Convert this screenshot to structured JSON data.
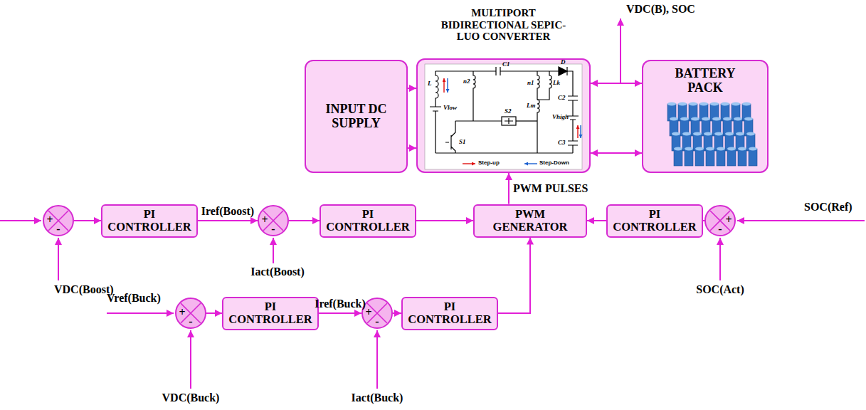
{
  "diagram": {
    "nodes": [
      {
        "text": [
          "MULTIPORT BIDIRECTIONAL SEPIC-LUO CONVERTER"
        ]
      },
      {
        "text": [
          "INPUT DC SUPPLY"
        ]
      },
      {
        "text": [
          "BATTERY PACK"
        ]
      },
      {
        "text": [
          "+",
          "-"
        ]
      },
      {
        "text": [
          "PI CONTROLLER"
        ]
      },
      {
        "text": [
          "+",
          "-"
        ]
      },
      {
        "text": [
          "PI CONTROLLER"
        ]
      },
      {
        "text": [
          "PWM GENERATOR"
        ]
      },
      {
        "text": [
          "PI CONTROLLER"
        ]
      },
      {
        "text": [
          "+",
          "-"
        ]
      },
      {
        "text": [
          "+",
          "-"
        ]
      },
      {
        "text": [
          "PI CONTROLLER"
        ]
      },
      {
        "text": [
          "+",
          "-"
        ]
      },
      {
        "text": [
          "PI CONTROLLER"
        ]
      }
    ],
    "edges": [
      {
        "from": 1,
        "to": 0,
        "arrow": "to"
      },
      {
        "from": 1,
        "to": 0,
        "arrow": "to"
      },
      {
        "from": 0,
        "to": 2,
        "arrow": "both"
      },
      {
        "from": 0,
        "to": 2,
        "arrow": "both"
      },
      {
        "from": 7,
        "to": 0,
        "arrow": "to",
        "label": "PWM PULSES"
      },
      {
        "from": 3,
        "to": 4,
        "arrow": "to"
      },
      {
        "from": 4,
        "to": 5,
        "arrow": "to",
        "label": "Iref(Boost)"
      },
      {
        "from": 5,
        "to": 6,
        "arrow": "to"
      },
      {
        "from": 6,
        "to": 7,
        "arrow": "to"
      },
      {
        "from": 8,
        "to": 7,
        "arrow": "to"
      },
      {
        "from": 9,
        "to": 8,
        "arrow": "to"
      },
      {
        "from": 10,
        "to": 11,
        "arrow": "to"
      },
      {
        "from": 11,
        "to": 12,
        "arrow": "to",
        "label": "Iref(Buck)"
      },
      {
        "from": 12,
        "to": 13,
        "arrow": "to"
      },
      {
        "from": 13,
        "to": 7,
        "arrow": "to"
      }
    ],
    "labels": [
      "VDC(B), SOC",
      "L",
      "Vlow",
      "C1",
      "D",
      "n2",
      "n1",
      "Lk",
      "S2",
      "S1",
      "Lm",
      "C2",
      "Vhigh",
      "C3",
      "SOC(Ref)",
      "VDC(Boost)",
      "Iact(Boost)",
      "SOC(Act)",
      "Vref(Buck)",
      "VDC(Buck)",
      "Iact(Buck)"
    ],
    "legend": [
      {
        "text": "Step-up"
      },
      {
        "text": "Step-Down"
      }
    ]
  }
}
